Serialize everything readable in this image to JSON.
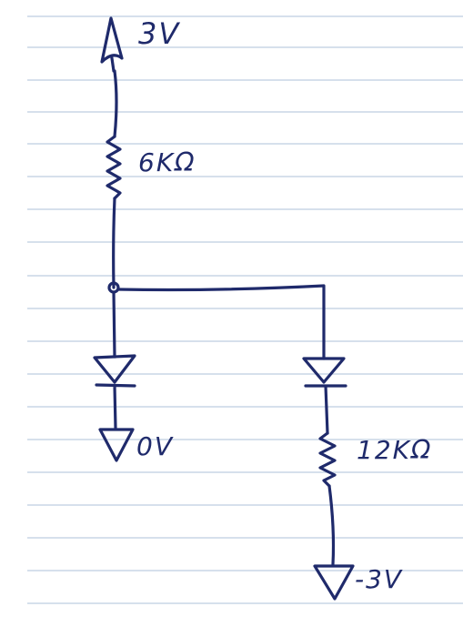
{
  "colors": {
    "ink": "#1f2a6b",
    "paper_line": "#c9d6e6",
    "paper": "#ffffff"
  },
  "labels": {
    "supply_top": "3V",
    "resistor_top": "6KΩ",
    "ground_left": "0V",
    "resistor_right": "12KΩ",
    "supply_bottom": "-3V"
  }
}
